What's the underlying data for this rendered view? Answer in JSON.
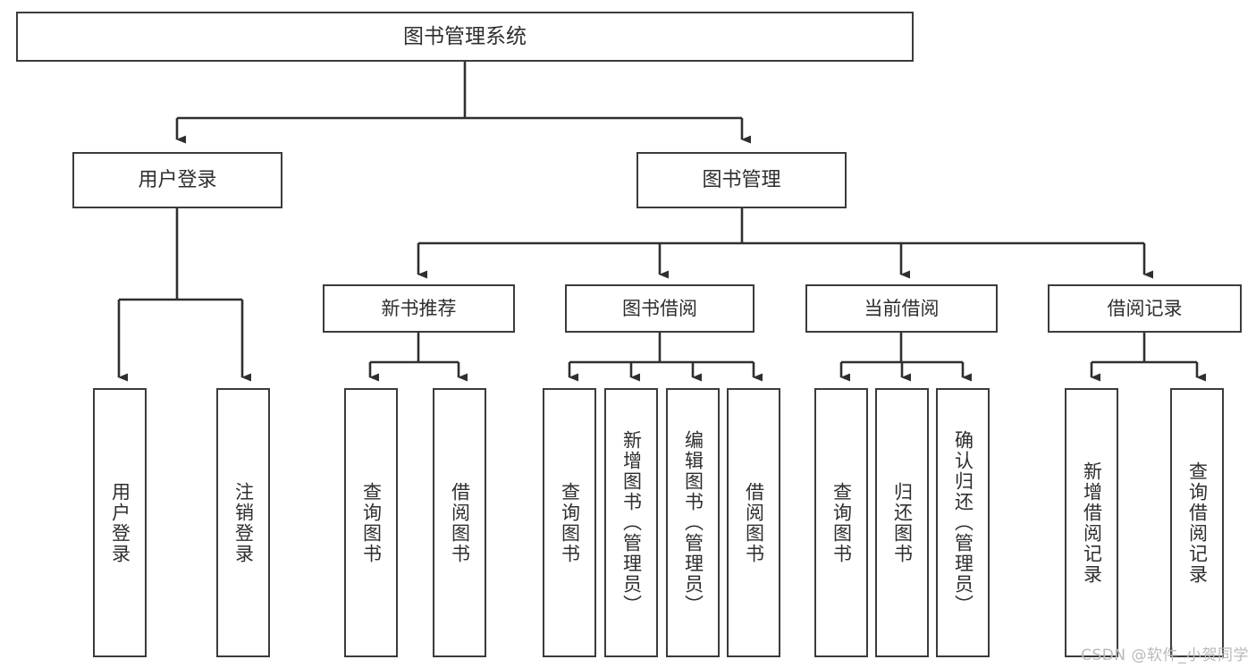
{
  "diagram": {
    "title": "图书管理系统",
    "type": "tree",
    "watermark": "CSDN @软件_小贺同学",
    "colors": {
      "border": "#3b3b3b",
      "fill": "#ffffff",
      "text": "#2e2e2e",
      "edge": "#2f2f2f",
      "watermark": "#b9b9b9"
    },
    "root": {
      "id": "root",
      "label": "图书管理系统"
    },
    "branches": [
      {
        "id": "login",
        "label": "用户登录"
      },
      {
        "id": "bookmgmt",
        "label": "图书管理"
      }
    ],
    "groups": [
      {
        "id": "newbook",
        "label": "新书推荐"
      },
      {
        "id": "borrow",
        "label": "图书借阅"
      },
      {
        "id": "current",
        "label": "当前借阅"
      },
      {
        "id": "record",
        "label": "借阅记录"
      }
    ],
    "leaves": {
      "login": [
        {
          "id": "login-user",
          "label": "用户登录"
        },
        {
          "id": "login-logout",
          "label": "注销登录"
        }
      ],
      "newbook": [
        {
          "id": "newbook-query",
          "label": "查询图书"
        },
        {
          "id": "newbook-borrow",
          "label": "借阅图书"
        }
      ],
      "borrow": [
        {
          "id": "borrow-query",
          "label": "查询图书"
        },
        {
          "id": "borrow-add",
          "label": "新增图书（管理员）"
        },
        {
          "id": "borrow-edit",
          "label": "编辑图书（管理员）"
        },
        {
          "id": "borrow-lend",
          "label": "借阅图书"
        }
      ],
      "current": [
        {
          "id": "current-query",
          "label": "查询图书"
        },
        {
          "id": "current-return",
          "label": "归还图书"
        },
        {
          "id": "current-confirm",
          "label": "确认归还（管理员）"
        }
      ],
      "record": [
        {
          "id": "record-add",
          "label": "新增借阅记录"
        },
        {
          "id": "record-query",
          "label": "查询借阅记录"
        }
      ]
    }
  }
}
